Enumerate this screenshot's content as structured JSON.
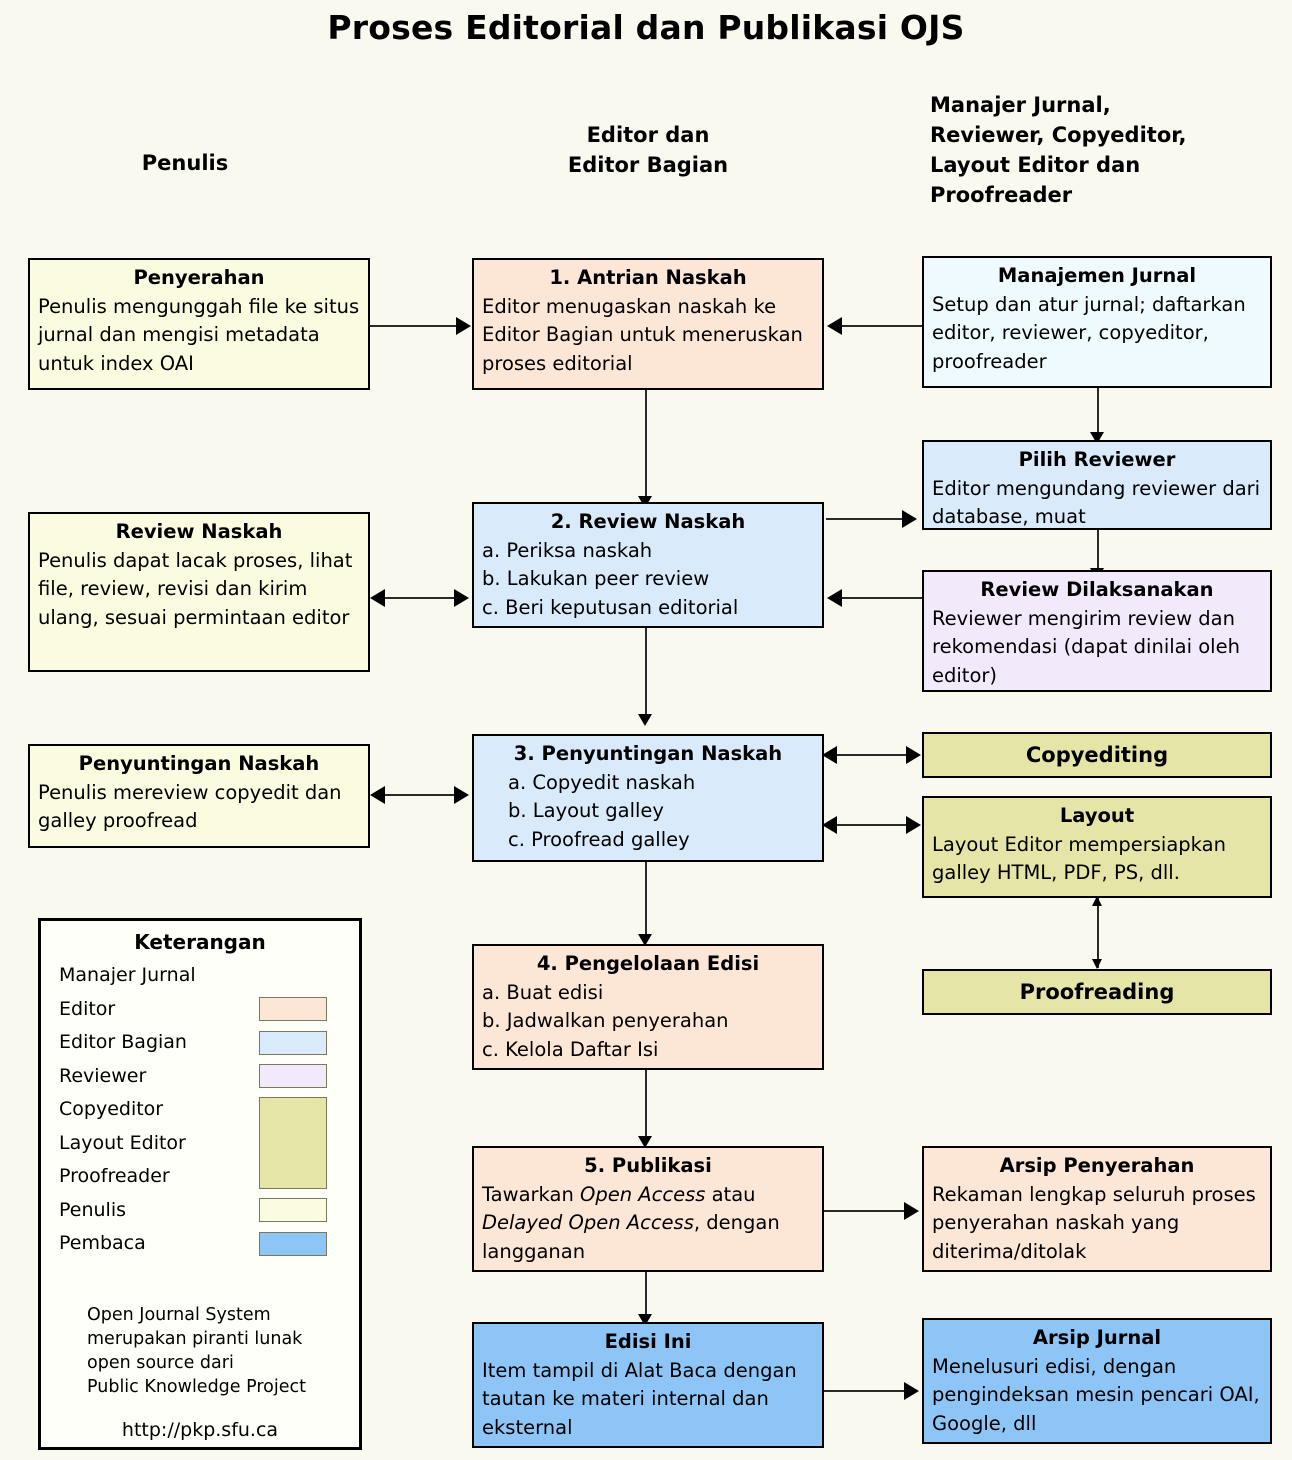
{
  "title": "Proses Editorial dan Publikasi OJS",
  "columns": [
    {
      "id": "penulis",
      "label": "Penulis"
    },
    {
      "id": "editor",
      "label": "Editor dan\nEditor Bagian"
    },
    {
      "id": "lainnya",
      "label": "Manajer Jurnal,\nReviewer, Copyeditor,\nLayout Editor dan\nProofreader"
    }
  ],
  "boxes": {
    "penyerahan": {
      "head": "Penyerahan",
      "body": "Penulis mengunggah file ke situs jurnal dan mengisi metadata untuk index OAI",
      "role": "Penulis"
    },
    "antrian": {
      "head": "1. Antrian Naskah",
      "body": "Editor menugaskan naskah ke Editor Bagian untuk meneruskan proses editorial",
      "role": "Editor"
    },
    "manajemen": {
      "head": "Manajemen Jurnal",
      "body": "Setup dan atur jurnal; daftarkan editor, reviewer, copyeditor, proofreader",
      "role": "Manajer Jurnal"
    },
    "review_naskah_penulis": {
      "head": "Review Naskah",
      "body": "Penulis dapat lacak proses, lihat file, review, revisi dan kirim ulang, sesuai permintaan editor",
      "role": "Penulis"
    },
    "review_naskah": {
      "head": "2. Review Naskah",
      "items": [
        "a. Periksa naskah",
        "b. Lakukan peer review",
        "c. Beri keputusan editorial"
      ],
      "role": "Editor Bagian"
    },
    "pilih_reviewer": {
      "head": "Pilih Reviewer",
      "body": "Editor mengundang reviewer dari database, muat",
      "role": "Editor Bagian"
    },
    "review_dilaksanakan": {
      "head": "Review Dilaksanakan",
      "body": "Reviewer mengirim review dan rekomendasi (dapat dinilai oleh editor)",
      "role": "Reviewer"
    },
    "penyuntingan_penulis": {
      "head": "Penyuntingan Naskah",
      "body": "Penulis mereview copyedit dan galley proofread",
      "role": "Penulis"
    },
    "penyuntingan": {
      "head": "3. Penyuntingan Naskah",
      "items": [
        "a. Copyedit naskah",
        "b. Layout galley",
        "c. Proofread galley"
      ],
      "role": "Editor Bagian"
    },
    "copyediting": {
      "head": "Copyediting",
      "role": "Copyeditor"
    },
    "layout": {
      "head": "Layout",
      "body": "Layout Editor mempersiapkan galley HTML, PDF, PS, dll.",
      "role": "Layout Editor"
    },
    "proofreading": {
      "head": "Proofreading",
      "role": "Proofreader"
    },
    "pengelolaan": {
      "head": "4. Pengelolaan Edisi",
      "items": [
        "a. Buat edisi",
        "b. Jadwalkan penyerahan",
        "c. Kelola Daftar Isi"
      ],
      "role": "Editor"
    },
    "publikasi": {
      "head": "5. Publikasi",
      "body_parts": {
        "p1": "Tawarkan ",
        "i1": "Open Access",
        "p2": " atau ",
        "i2": "Delayed Open Access",
        "p3": ", dengan langganan"
      },
      "role": "Editor"
    },
    "arsip_penyerahan": {
      "head": "Arsip Penyerahan",
      "body": "Rekaman lengkap seluruh proses penyerahan naskah yang diterima/ditolak",
      "role": "Editor"
    },
    "edisi_ini": {
      "head": "Edisi Ini",
      "body": "Item tampil di Alat Baca dengan tautan ke materi internal dan eksternal",
      "role": "Pembaca"
    },
    "arsip_jurnal": {
      "head": "Arsip Jurnal",
      "body": "Menelusuri edisi, dengan pengindeksan mesin pencari OAI, Google, dll",
      "role": "Pembaca"
    }
  },
  "legend": {
    "title": "Keterangan",
    "rows": [
      {
        "label": "Manajer Jurnal",
        "color": ""
      },
      {
        "label": "Editor",
        "color": "#fce6d6"
      },
      {
        "label": "Editor Bagian",
        "color": "#d9eafb"
      },
      {
        "label": "Reviewer",
        "color": "#f2e9fb"
      },
      {
        "label": "Copyeditor",
        "color": "#e5e5a8"
      },
      {
        "label": "Layout Editor",
        "color": "#e5e5a8"
      },
      {
        "label": "Proofreader",
        "color": "#e5e5a8"
      },
      {
        "label": "Penulis",
        "color": "#fbfbe0"
      },
      {
        "label": "Pembaca",
        "color": "#8ec5f7"
      }
    ],
    "note": "Open Journal System\nmerupakan piranti lunak\nopen source dari\nPublic Knowledge Project",
    "url": "http://pkp.sfu.ca"
  },
  "palette": {
    "background": "#faf9f0",
    "editor": "#fce6d6",
    "editor_bagian": "#d9eafb",
    "reviewer": "#f2e9fb",
    "copyeditor": "#e5e5a8",
    "penulis": "#fbfbe0",
    "pembaca": "#8ec5f7",
    "manajer_jurnal": "#eefafd",
    "stroke": "#000000"
  }
}
